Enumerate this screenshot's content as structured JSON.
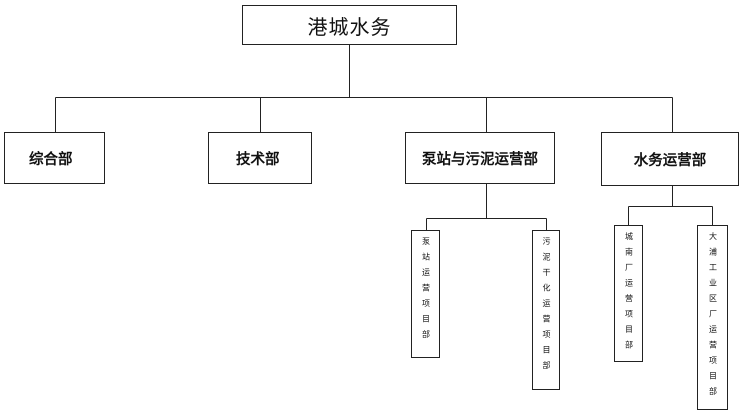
{
  "org_chart": {
    "root": {
      "label": "港城水务"
    },
    "departments": [
      {
        "label": "综合部"
      },
      {
        "label": "技术部"
      },
      {
        "label": "泵站与污泥运营部"
      },
      {
        "label": "水务运营部"
      }
    ],
    "sub_units": [
      {
        "label": "泵站运营项目部",
        "parent": "泵站与污泥运营部"
      },
      {
        "label": "污泥干化运营项目部",
        "parent": "泵站与污泥运营部"
      },
      {
        "label": "城南厂运营项目部",
        "parent": "水务运营部"
      },
      {
        "label": "大浦工业区厂运营项目部",
        "parent": "水务运营部"
      }
    ],
    "line_color": "#222222"
  }
}
